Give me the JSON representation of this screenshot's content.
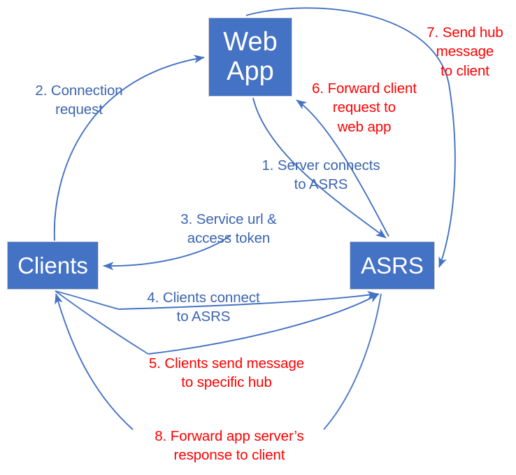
{
  "diagram": {
    "title": "Azure SignalR Service (ASRS) message flow",
    "colors": {
      "node_fill": "#4472C4",
      "node_text": "#FFFFFF",
      "arrow": "#4472C4",
      "label_blue": "#3B65AF",
      "label_red": "#FF0000",
      "background": "#FFFFFF"
    },
    "nodes": [
      {
        "id": "webapp",
        "label": "Web\nApp"
      },
      {
        "id": "clients",
        "label": "Clients"
      },
      {
        "id": "asrs",
        "label": "ASRS"
      }
    ],
    "steps": [
      {
        "number": "1",
        "text": "1. Server connects\nto ASRS",
        "color": "blue",
        "from": "webapp",
        "to": "asrs"
      },
      {
        "number": "2",
        "text": "2. Connection\nrequest",
        "color": "blue",
        "from": "clients",
        "to": "webapp"
      },
      {
        "number": "3",
        "text": "3. Service url &\naccess token",
        "color": "blue",
        "from": "webapp",
        "to": "clients"
      },
      {
        "number": "4",
        "text": "4. Clients connect\nto ASRS",
        "color": "blue",
        "from": "clients",
        "to": "asrs"
      },
      {
        "number": "5",
        "text": "5. Clients send message\nto specific hub",
        "color": "red",
        "from": "clients",
        "to": "asrs"
      },
      {
        "number": "6",
        "text": "6. Forward client\nrequest to\nweb app",
        "color": "red",
        "from": "asrs",
        "to": "webapp"
      },
      {
        "number": "7",
        "text": "7. Send hub\nmessage\nto client",
        "color": "red",
        "from": "webapp",
        "to": "asrs"
      },
      {
        "number": "8",
        "text": "8. Forward app server’s\nresponse to client",
        "color": "red",
        "from": "asrs",
        "to": "clients"
      }
    ]
  }
}
